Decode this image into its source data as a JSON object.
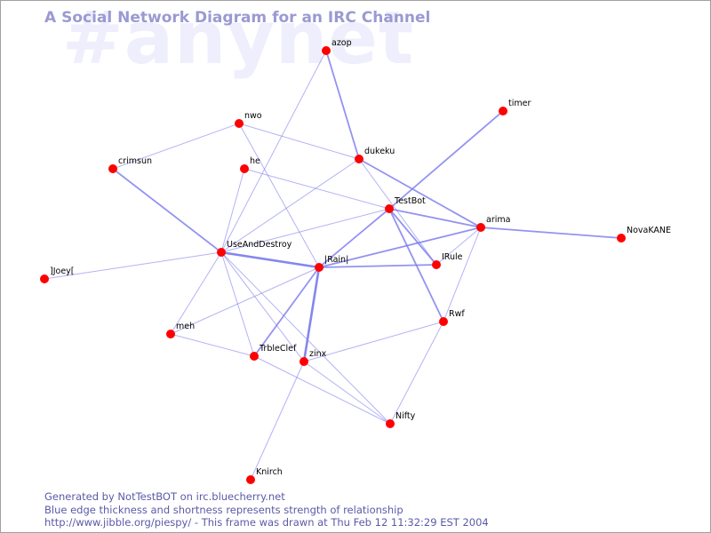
{
  "header": {
    "title": "A Social Network Diagram for an IRC Channel",
    "watermark": "#anynet"
  },
  "style": {
    "node_color": "#ff0000",
    "edge_color": "#8080ee",
    "title_color": "#9a9ad2",
    "footer_color": "#5a5aa8"
  },
  "nodes": [
    {
      "id": "azop",
      "label": "azop"
    },
    {
      "id": "timer",
      "label": "timer"
    },
    {
      "id": "nwo",
      "label": "nwo"
    },
    {
      "id": "dukeku",
      "label": "dukeku"
    },
    {
      "id": "crimsun",
      "label": "crimsun"
    },
    {
      "id": "he",
      "label": "he"
    },
    {
      "id": "TestBot",
      "label": "TestBot"
    },
    {
      "id": "arima",
      "label": "arima"
    },
    {
      "id": "NovaKANE",
      "label": "NovaKANE"
    },
    {
      "id": "UseAndDestroy",
      "label": "UseAndDestroy"
    },
    {
      "id": "IRain",
      "label": "|Rain|"
    },
    {
      "id": "IRule",
      "label": "IRule"
    },
    {
      "id": "Joey",
      "label": "]Joey["
    },
    {
      "id": "Rwf",
      "label": "Rwf"
    },
    {
      "id": "meh",
      "label": "meh"
    },
    {
      "id": "TrbleClef",
      "label": "TrbleClef"
    },
    {
      "id": "zinx",
      "label": "zinx"
    },
    {
      "id": "Nifty",
      "label": "Nifty"
    },
    {
      "id": "Knirch",
      "label": "Knirch"
    }
  ],
  "edges": [
    {
      "source": "UseAndDestroy",
      "target": "IRain",
      "strength": 3
    },
    {
      "source": "IRain",
      "target": "zinx",
      "strength": 3
    },
    {
      "source": "IRain",
      "target": "TrbleClef",
      "strength": 2
    },
    {
      "source": "TestBot",
      "target": "arima",
      "strength": 2
    },
    {
      "source": "dukeku",
      "target": "arima",
      "strength": 2
    },
    {
      "source": "IRain",
      "target": "arima",
      "strength": 2
    },
    {
      "source": "IRain",
      "target": "TestBot",
      "strength": 2
    },
    {
      "source": "TestBot",
      "target": "timer",
      "strength": 2
    },
    {
      "source": "arima",
      "target": "NovaKANE",
      "strength": 2
    },
    {
      "source": "TestBot",
      "target": "Rwf",
      "strength": 2
    },
    {
      "source": "azop",
      "target": "dukeku",
      "strength": 2
    },
    {
      "source": "crimsun",
      "target": "UseAndDestroy",
      "strength": 2
    },
    {
      "source": "IRain",
      "target": "IRule",
      "strength": 2
    },
    {
      "source": "TestBot",
      "target": "IRule",
      "strength": 2
    },
    {
      "source": "arima",
      "target": "Rwf",
      "strength": 1
    },
    {
      "source": "azop",
      "target": "UseAndDestroy",
      "strength": 1
    },
    {
      "source": "nwo",
      "target": "crimsun",
      "strength": 1
    },
    {
      "source": "nwo",
      "target": "dukeku",
      "strength": 1
    },
    {
      "source": "nwo",
      "target": "IRain",
      "strength": 1
    },
    {
      "source": "dukeku",
      "target": "IRule",
      "strength": 1
    },
    {
      "source": "dukeku",
      "target": "UseAndDestroy",
      "strength": 1
    },
    {
      "source": "he",
      "target": "TestBot",
      "strength": 1
    },
    {
      "source": "he",
      "target": "UseAndDestroy",
      "strength": 1
    },
    {
      "source": "UseAndDestroy",
      "target": "TestBot",
      "strength": 1
    },
    {
      "source": "UseAndDestroy",
      "target": "Joey",
      "strength": 1
    },
    {
      "source": "UseAndDestroy",
      "target": "meh",
      "strength": 1
    },
    {
      "source": "UseAndDestroy",
      "target": "TrbleClef",
      "strength": 1
    },
    {
      "source": "UseAndDestroy",
      "target": "zinx",
      "strength": 1
    },
    {
      "source": "arima",
      "target": "IRule",
      "strength": 1
    },
    {
      "source": "IRain",
      "target": "meh",
      "strength": 1
    },
    {
      "source": "meh",
      "target": "TrbleClef",
      "strength": 1
    },
    {
      "source": "TrbleClef",
      "target": "Nifty",
      "strength": 1
    },
    {
      "source": "zinx",
      "target": "Nifty",
      "strength": 1
    },
    {
      "source": "zinx",
      "target": "Rwf",
      "strength": 1
    },
    {
      "source": "Rwf",
      "target": "Nifty",
      "strength": 1
    },
    {
      "source": "zinx",
      "target": "Knirch",
      "strength": 1
    },
    {
      "source": "UseAndDestroy",
      "target": "Nifty",
      "strength": 1
    }
  ],
  "footer": {
    "line1": "Generated by NotTestBOT on irc.bluecherry.net",
    "line2": "Blue edge thickness and shortness represents strength of relationship",
    "line3": "http://www.jibble.org/piespy/ - This frame was drawn at Thu Feb 12 11:32:29 EST 2004"
  }
}
